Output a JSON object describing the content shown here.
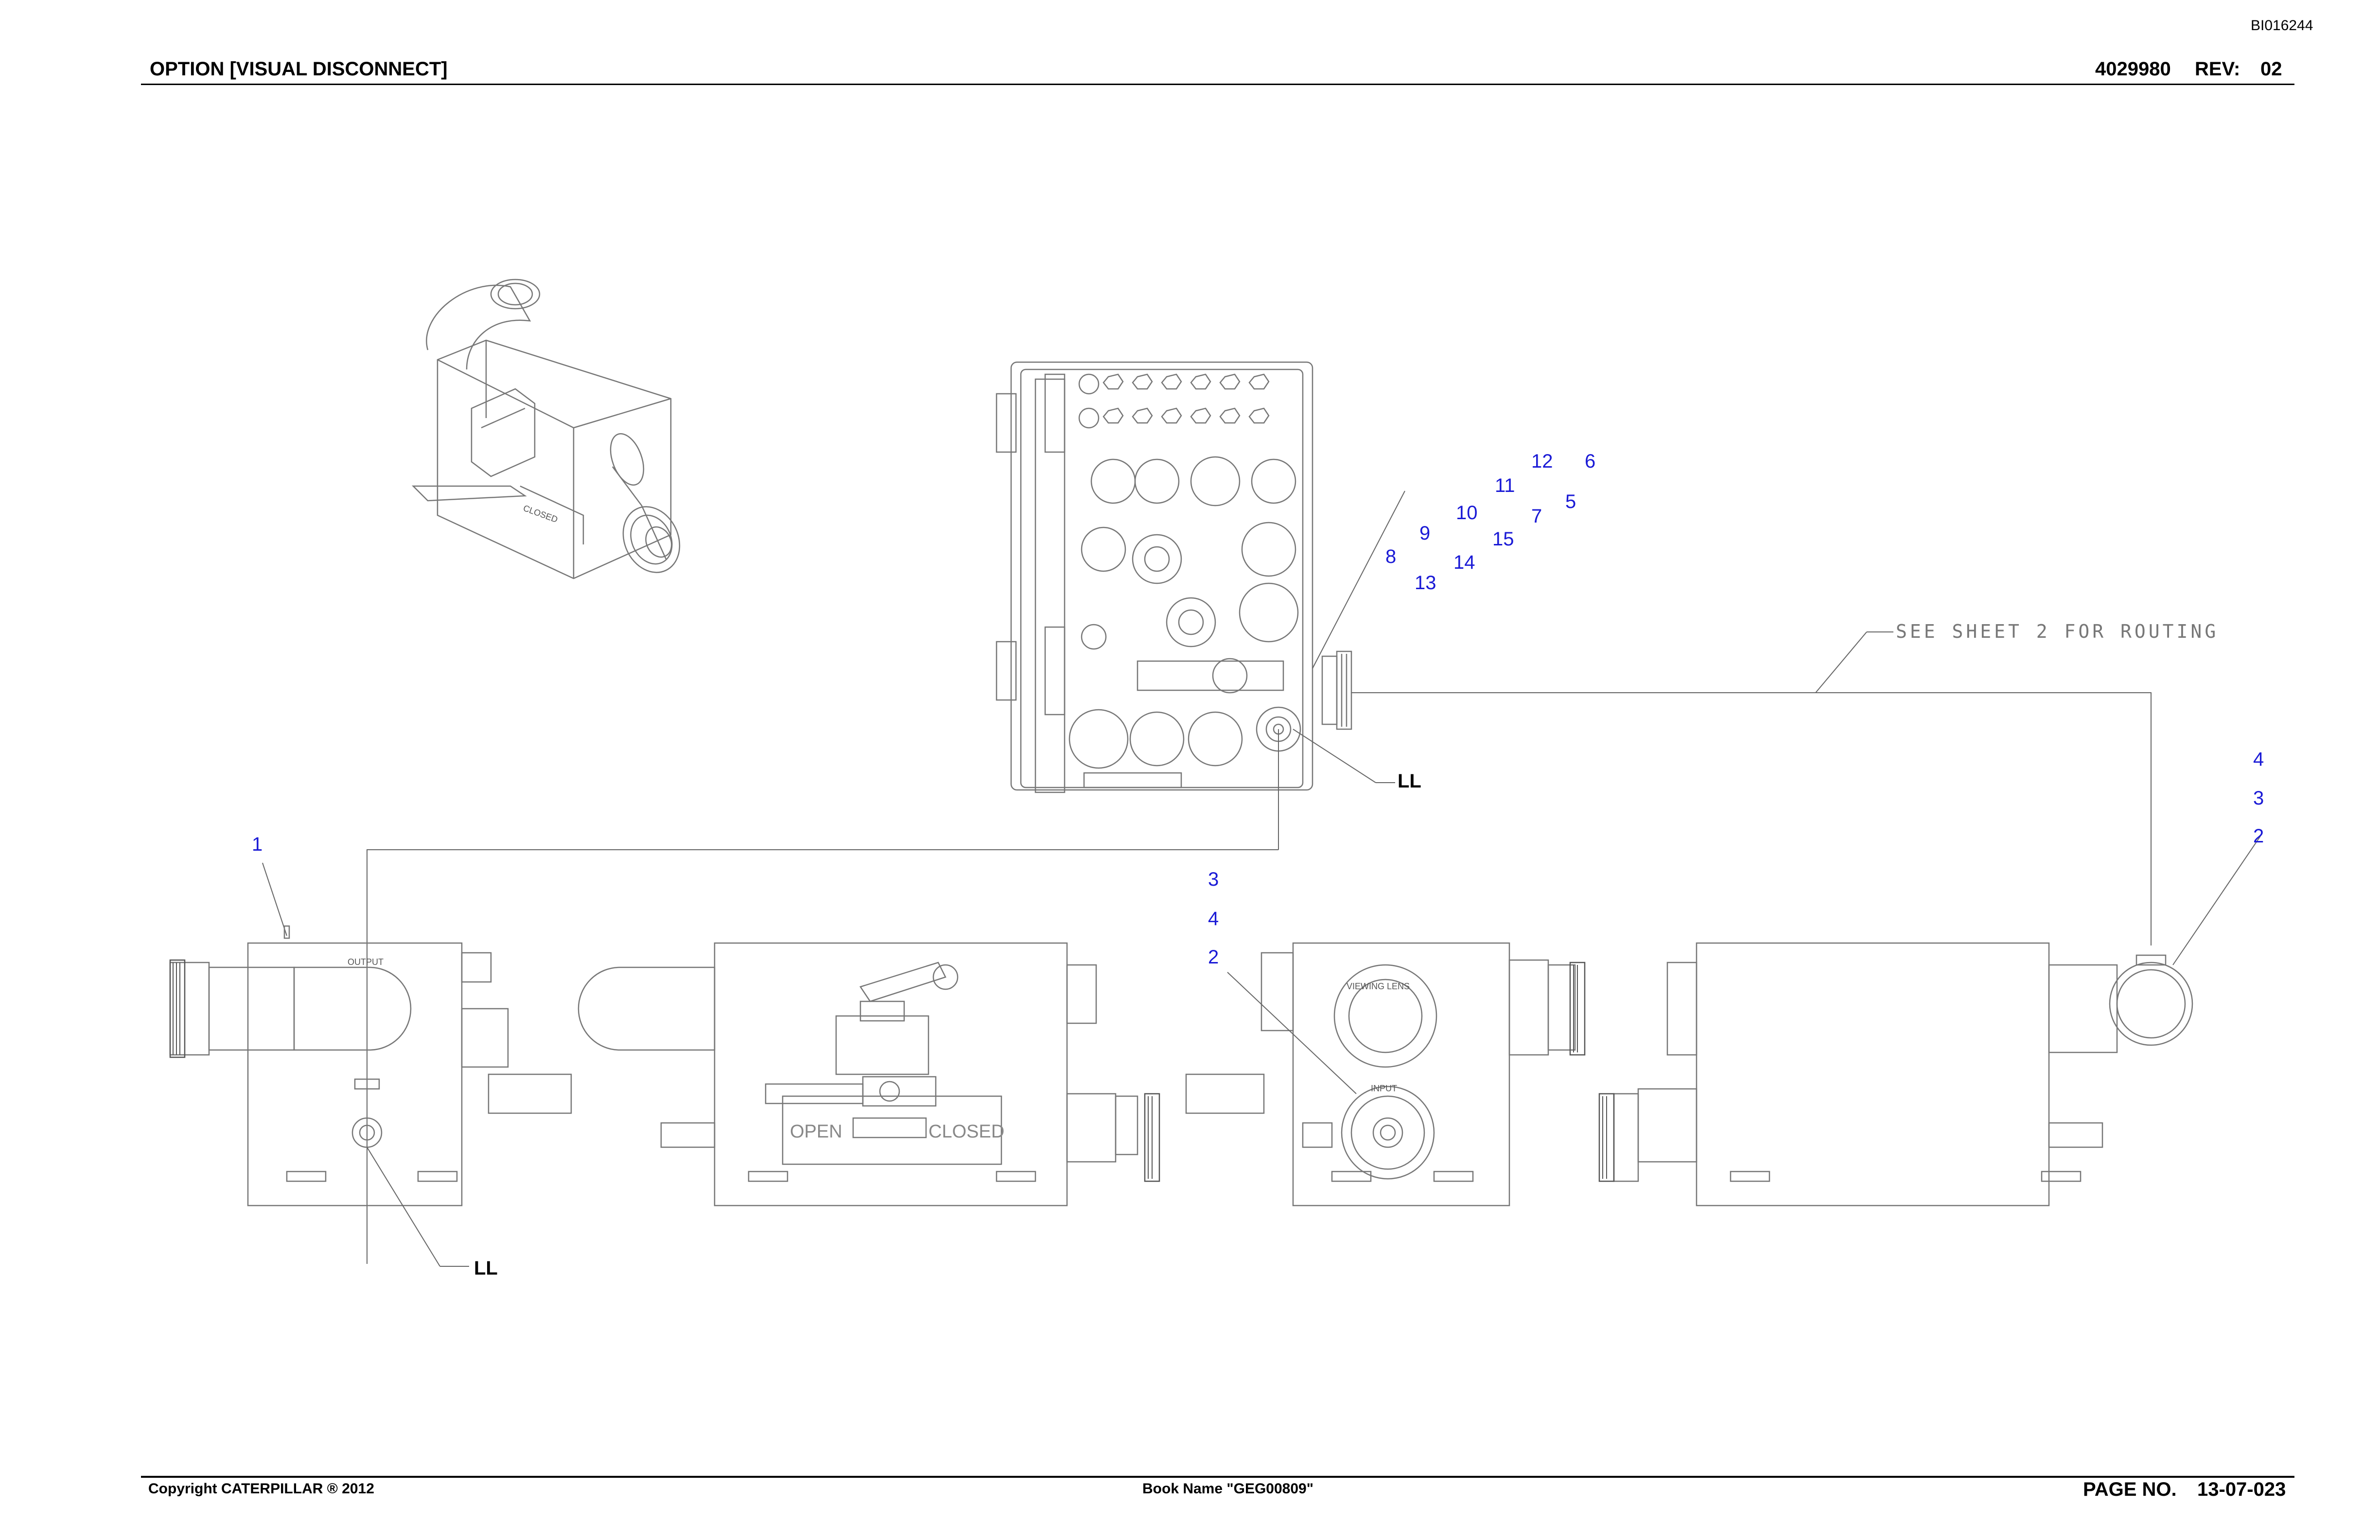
{
  "header": {
    "doc_id": "BI016244",
    "title": "OPTION [VISUAL DISCONNECT]",
    "part_number": "4029980",
    "rev_label": "REV:",
    "rev_value": "02"
  },
  "footer": {
    "copyright": "Copyright CATERPILLAR ® 2012",
    "book_name": "Book Name \"GEG00809\"",
    "page_label": "PAGE NO.",
    "page_value": "13-07-023"
  },
  "diagram": {
    "routing_note": "SEE SHEET 2 FOR ROUTING",
    "ll_tag": "LL",
    "labels": {
      "output": "OUTPUT",
      "input": "INPUT",
      "viewing_lens": "VIEWING LENS",
      "open": "OPEN",
      "closed": "CLOSED",
      "closed_iso": "CLOSED"
    },
    "callouts": [
      "12",
      "6",
      "11",
      "5",
      "10",
      "7",
      "9",
      "15",
      "8",
      "14",
      "13",
      "4",
      "3",
      "2",
      "1",
      "3",
      "4",
      "2"
    ]
  },
  "colors": {
    "callout": "#1a1ad6",
    "line": "#777777",
    "text": "#000000"
  }
}
